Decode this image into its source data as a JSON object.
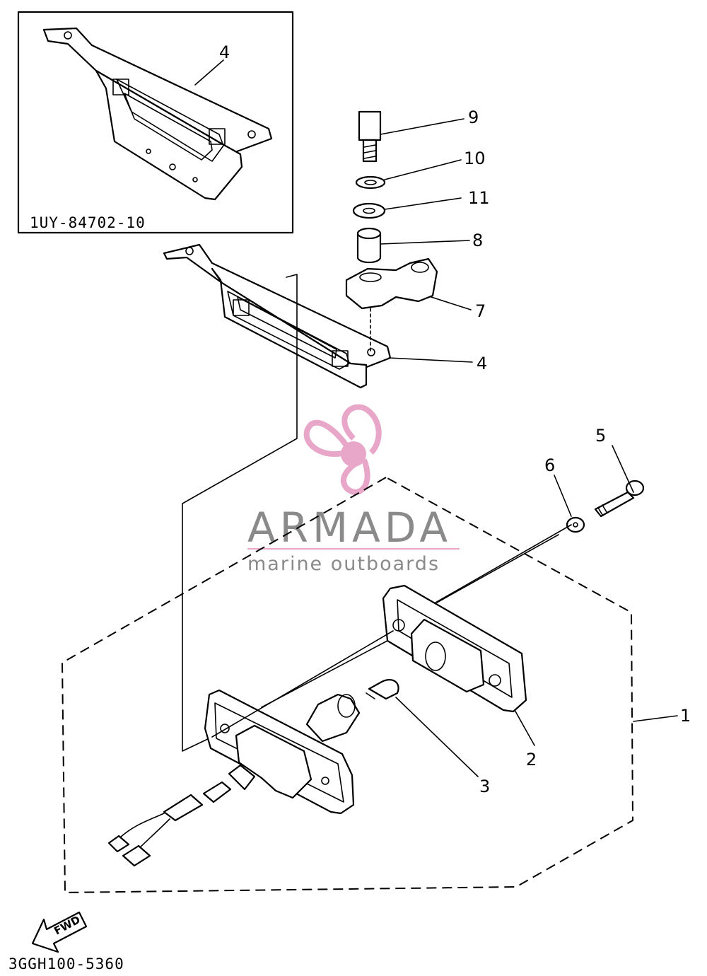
{
  "inset": {
    "part_code": "1UY-84702-10",
    "callout": "4"
  },
  "callouts": {
    "c1": "1",
    "c2": "2",
    "c3": "3",
    "c4": "4",
    "c5": "5",
    "c6": "6",
    "c7": "7",
    "c8": "8",
    "c9": "9",
    "c10": "10",
    "c11": "11"
  },
  "footer": {
    "fwd_label": "FWD",
    "drawing_code": "3GGH100-5360"
  },
  "watermark": {
    "brand": "ARMADA",
    "tagline": "marine outboards",
    "color": "#e8a6c8",
    "text_color": "#8a8a8a"
  }
}
